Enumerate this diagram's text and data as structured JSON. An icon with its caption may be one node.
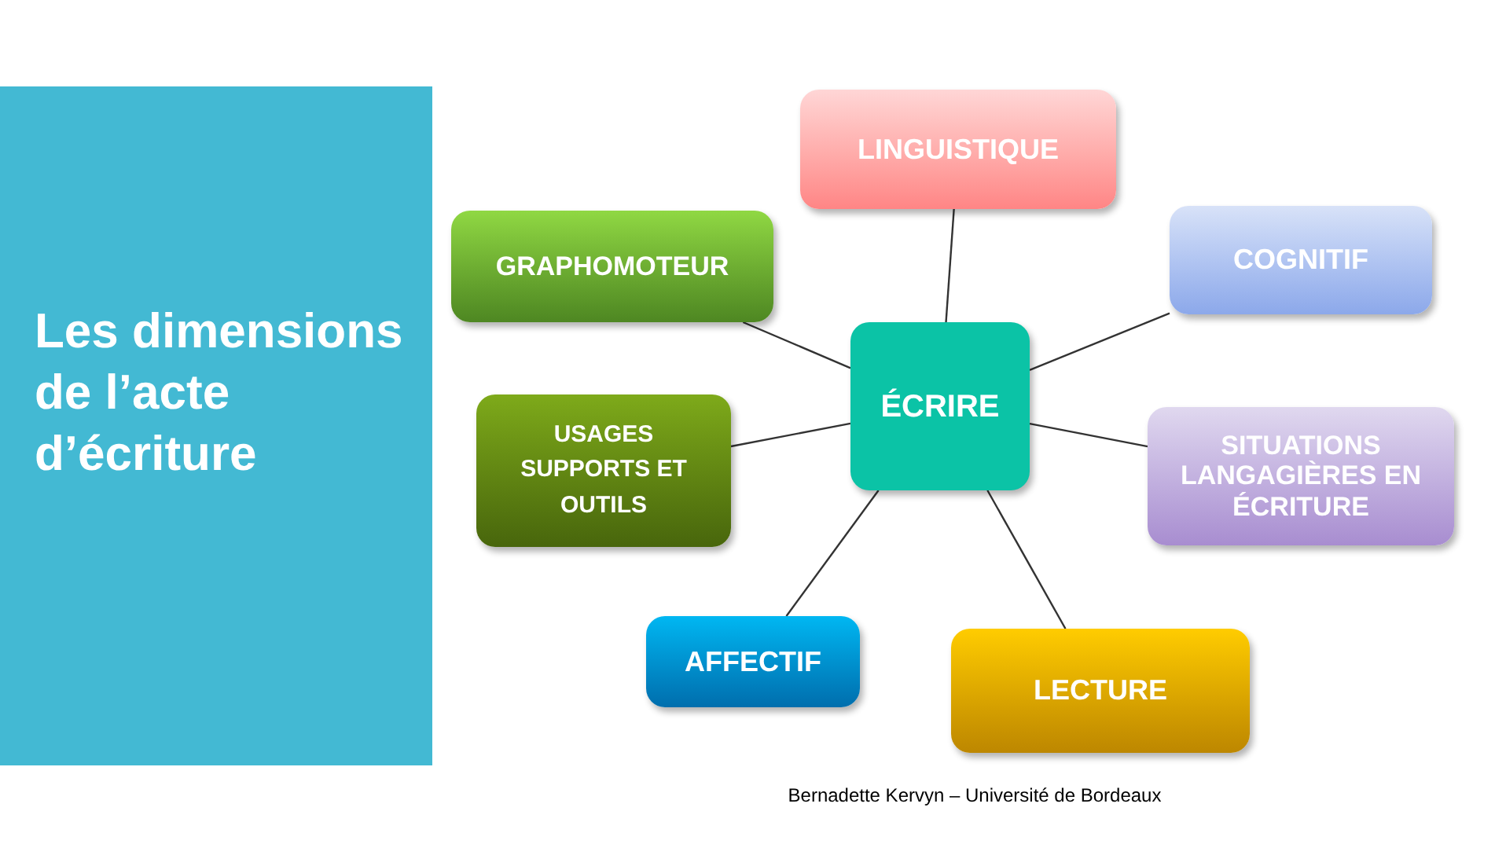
{
  "diagram": {
    "title": "Les dimensions de l’acte d’écriture",
    "caption": "Bernadette Kervyn – Université de Bordeaux",
    "nodes": [
      {
        "text": [
          "LINGUISTIQUE"
        ]
      },
      {
        "text": [
          "GRAPHOMOTEUR"
        ]
      },
      {
        "text": [
          "COGNITIF"
        ]
      },
      {
        "text": [
          "ÉCRIRE"
        ]
      },
      {
        "text": [
          "USAGES SUPPORTS ET OUTILS"
        ]
      },
      {
        "text": [
          "SITUATIONS LANGAGIÈRES EN ÉCRITURE"
        ]
      },
      {
        "text": [
          "AFFECTIF"
        ]
      },
      {
        "text": [
          "LECTURE"
        ]
      }
    ],
    "edges": [
      {
        "from": 3,
        "to": 0,
        "arrow": "none"
      },
      {
        "from": 3,
        "to": 1,
        "arrow": "none"
      },
      {
        "from": 3,
        "to": 2,
        "arrow": "none"
      },
      {
        "from": 3,
        "to": 4,
        "arrow": "none"
      },
      {
        "from": 3,
        "to": 5,
        "arrow": "none"
      },
      {
        "from": 3,
        "to": 6,
        "arrow": "none"
      },
      {
        "from": 3,
        "to": 7,
        "arrow": "none"
      }
    ]
  }
}
